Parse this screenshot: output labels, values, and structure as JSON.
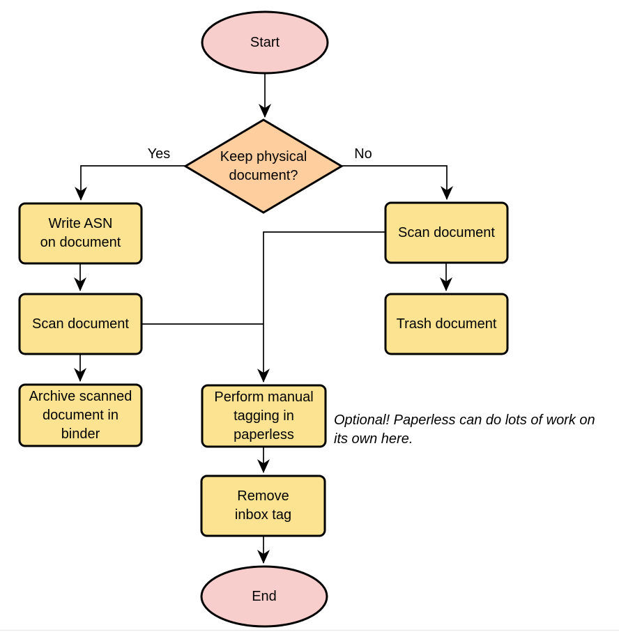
{
  "diagram": {
    "colors": {
      "terminal_fill": "#f8cecc",
      "decision_fill": "#ffce9e",
      "process_fill": "#fce392",
      "stroke": "#000000",
      "divider": "#e9e9e9"
    },
    "nodes": {
      "start": {
        "label": "Start"
      },
      "decision": {
        "label": "Keep physical\ndocument?"
      },
      "write_asn": {
        "label": "Write ASN\non document"
      },
      "scan_left": {
        "label": "Scan document"
      },
      "archive": {
        "label": "Archive scanned\ndocument in\nbinder"
      },
      "scan_right": {
        "label": "Scan document"
      },
      "trash": {
        "label": "Trash document"
      },
      "tagging": {
        "label": "Perform manual\ntagging in\npaperless"
      },
      "remove_inbox": {
        "label": "Remove\ninbox tag"
      },
      "end": {
        "label": "End"
      }
    },
    "edge_labels": {
      "yes": "Yes",
      "no": "No"
    },
    "note": "Optional! Paperless can do lots of work on\nits own here."
  }
}
